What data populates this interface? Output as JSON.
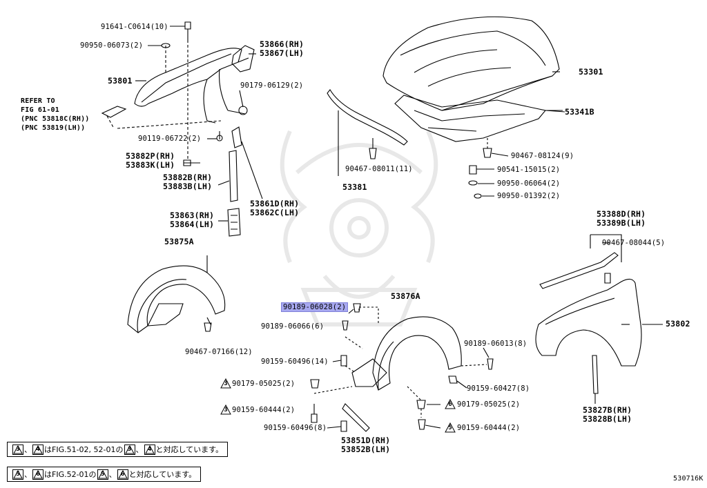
{
  "diagram_id": "530716K",
  "highlighted_part": "90189-06028",
  "labels": {
    "p91641": "91641-C0614(10)",
    "p90950_06073": "90950-06073(2)",
    "p53866": "53866(RH)",
    "p53867": "53867(LH)",
    "p53801": "53801",
    "p90179_06129": "90179-06129(2)",
    "refer1": "REFER TO",
    "refer2": "FIG 61-01",
    "refer3": "(PNC 53818C(RH))",
    "refer4": "(PNC 53819(LH))",
    "p90119": "90119-06722(2)",
    "p53882p": "53882P(RH)",
    "p53883k": "53883K(LH)",
    "p53882b": "53882B(RH)",
    "p53883b": "53883B(LH)",
    "p53861d": "53861D(RH)",
    "p53862c": "53862C(LH)",
    "p53863": "53863(RH)",
    "p53864": "53864(LH)",
    "p53875a": "53875A",
    "p90467_07166": "90467-07166(12)",
    "p53301": "53301",
    "p53341b": "53341B",
    "p90467_08011": "90467-08011(11)",
    "p53381": "53381",
    "p90467_08124": "90467-08124(9)",
    "p90541": "90541-15015(2)",
    "p90950_06064": "90950-06064(2)",
    "p90950_01392": "90950-01392(2)",
    "p53388d": "53388D(RH)",
    "p53389b": "53389B(LH)",
    "p90467_08044": "90467-08044(5)",
    "p53802": "53802",
    "p53827b": "53827B(RH)",
    "p53828b": "53828B(LH)",
    "p53876a": "53876A",
    "p90189_06028": "90189-06028(2)",
    "p90189_06066": "90189-06066(6)",
    "p90159_60496a": "90159-60496(14)",
    "p90179_05025a": "90179-05025(2)",
    "p90159_60444a": "90159-60444(2)",
    "p90159_60496b": "90159-60496(8)",
    "p53851d": "53851D(RH)",
    "p53852b": "53852B(LH)",
    "p90189_06013": "90189-06013(8)",
    "p90159_60427": "90159-60427(8)",
    "p90179_05025b": "90179-05025(2)",
    "p90159_60444b": "90159-60444(2)"
  },
  "markers": {
    "m3a": "3",
    "m3b": "3",
    "m6": "6",
    "m5": "5"
  },
  "notes": {
    "n1_a": "3",
    "n1_b": "4",
    "n1_text1": "はFIG.51-02, 52-01の",
    "n1_c": "3",
    "n1_d": "4",
    "n1_text2": "と対応しています。",
    "n2_a": "5",
    "n2_b": "6",
    "n2_text1": "はFIG.52-01の",
    "n2_c": "5",
    "n2_d": "6",
    "n2_text2": "と対応しています。",
    "sep": "、"
  },
  "colors": {
    "highlight": "#a7a8f0",
    "line": "#000000",
    "watermark": "#e4e4e4"
  }
}
